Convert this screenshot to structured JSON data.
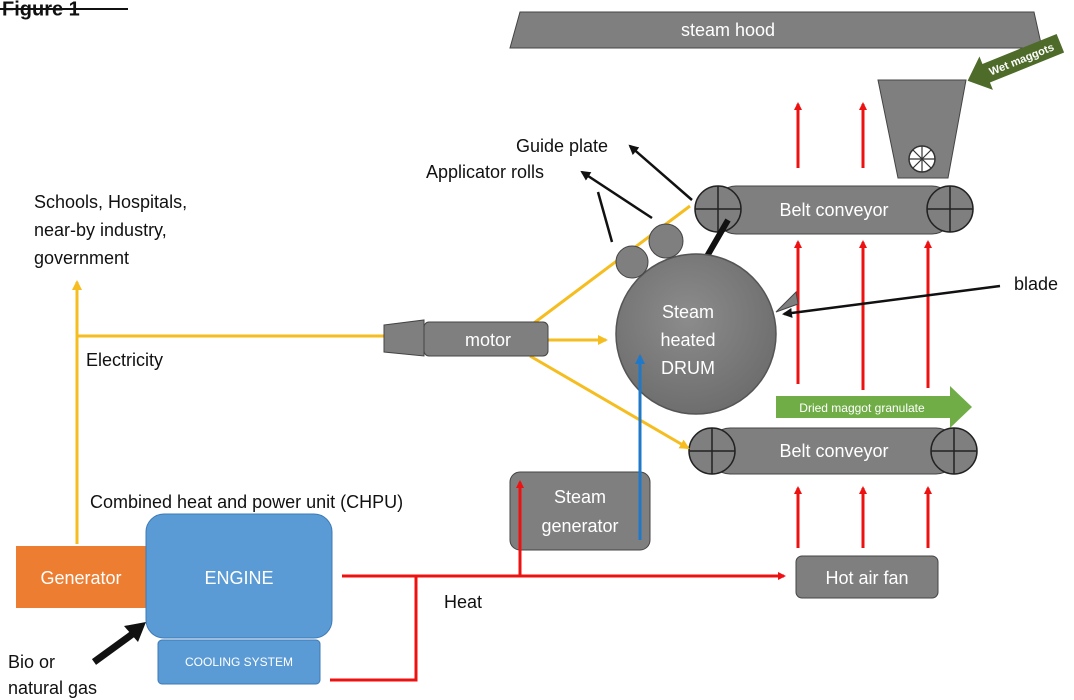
{
  "figure_label": "Figure 1",
  "labels": {
    "steam_hood": "steam hood",
    "wet_maggots": "Wet maggots",
    "guide_plate": "Guide plate",
    "applicator_rolls": "Applicator rolls",
    "consumers_line1": "Schools, Hospitals,",
    "consumers_line2": "near-by industry,",
    "consumers_line3": "government",
    "electricity": "Electricity",
    "motor": "motor",
    "drum_line1": "Steam",
    "drum_line2": "heated",
    "drum_line3": "DRUM",
    "blade": "blade",
    "belt_conveyor_top": "Belt conveyor",
    "belt_conveyor_bottom": "Belt conveyor",
    "dried_granulate": "Dried maggot granulate",
    "chpu": "Combined heat and power unit (CHPU)",
    "steam_gen_line1": "Steam",
    "steam_gen_line2": "generator",
    "generator": "Generator",
    "engine": "ENGINE",
    "cooling": "COOLING SYSTEM",
    "heat": "Heat",
    "hot_air_fan": "Hot air fan",
    "fuel_line1": "Bio or",
    "fuel_line2": "natural gas"
  },
  "colors": {
    "electricity_line": "#f5bd1f",
    "heat_line": "#ee1111",
    "steam_line": "#1f78c8",
    "machine_gray": "#7f7f7f",
    "engine_blue": "#5b9bd5",
    "generator_orange": "#ed7d31",
    "granulate_green": "#70ad47",
    "wet_maggot_green": "#4e6b2a"
  }
}
